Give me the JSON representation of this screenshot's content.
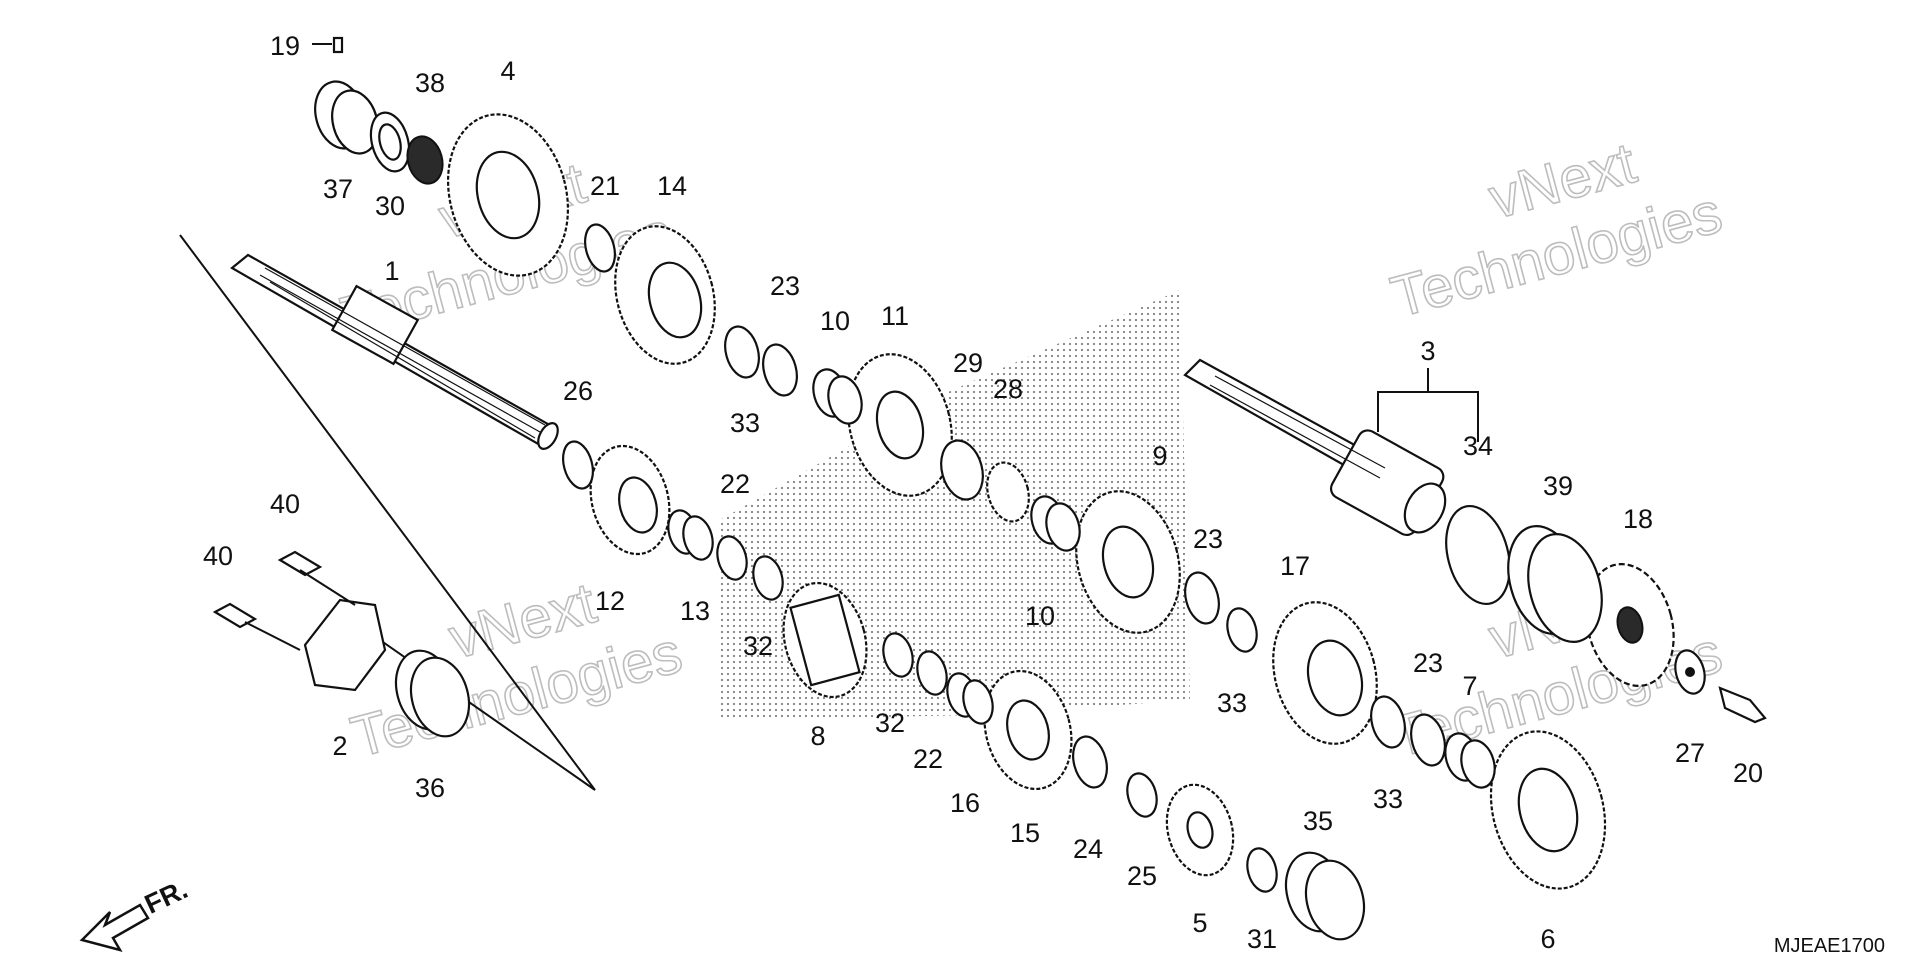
{
  "diagram_code": "MJEAE1700",
  "direction_label": "FR.",
  "watermark": {
    "line1": "vNext",
    "line2": "Technologies"
  },
  "callouts": [
    "1",
    "2",
    "3",
    "4",
    "5",
    "6",
    "7",
    "8",
    "9",
    "10",
    "10",
    "11",
    "12",
    "13",
    "14",
    "15",
    "16",
    "17",
    "18",
    "19",
    "20",
    "21",
    "22",
    "22",
    "23",
    "23",
    "23",
    "24",
    "25",
    "26",
    "27",
    "28",
    "29",
    "30",
    "31",
    "32",
    "32",
    "33",
    "33",
    "33",
    "34",
    "35",
    "36",
    "37",
    "38",
    "39",
    "40",
    "40"
  ]
}
